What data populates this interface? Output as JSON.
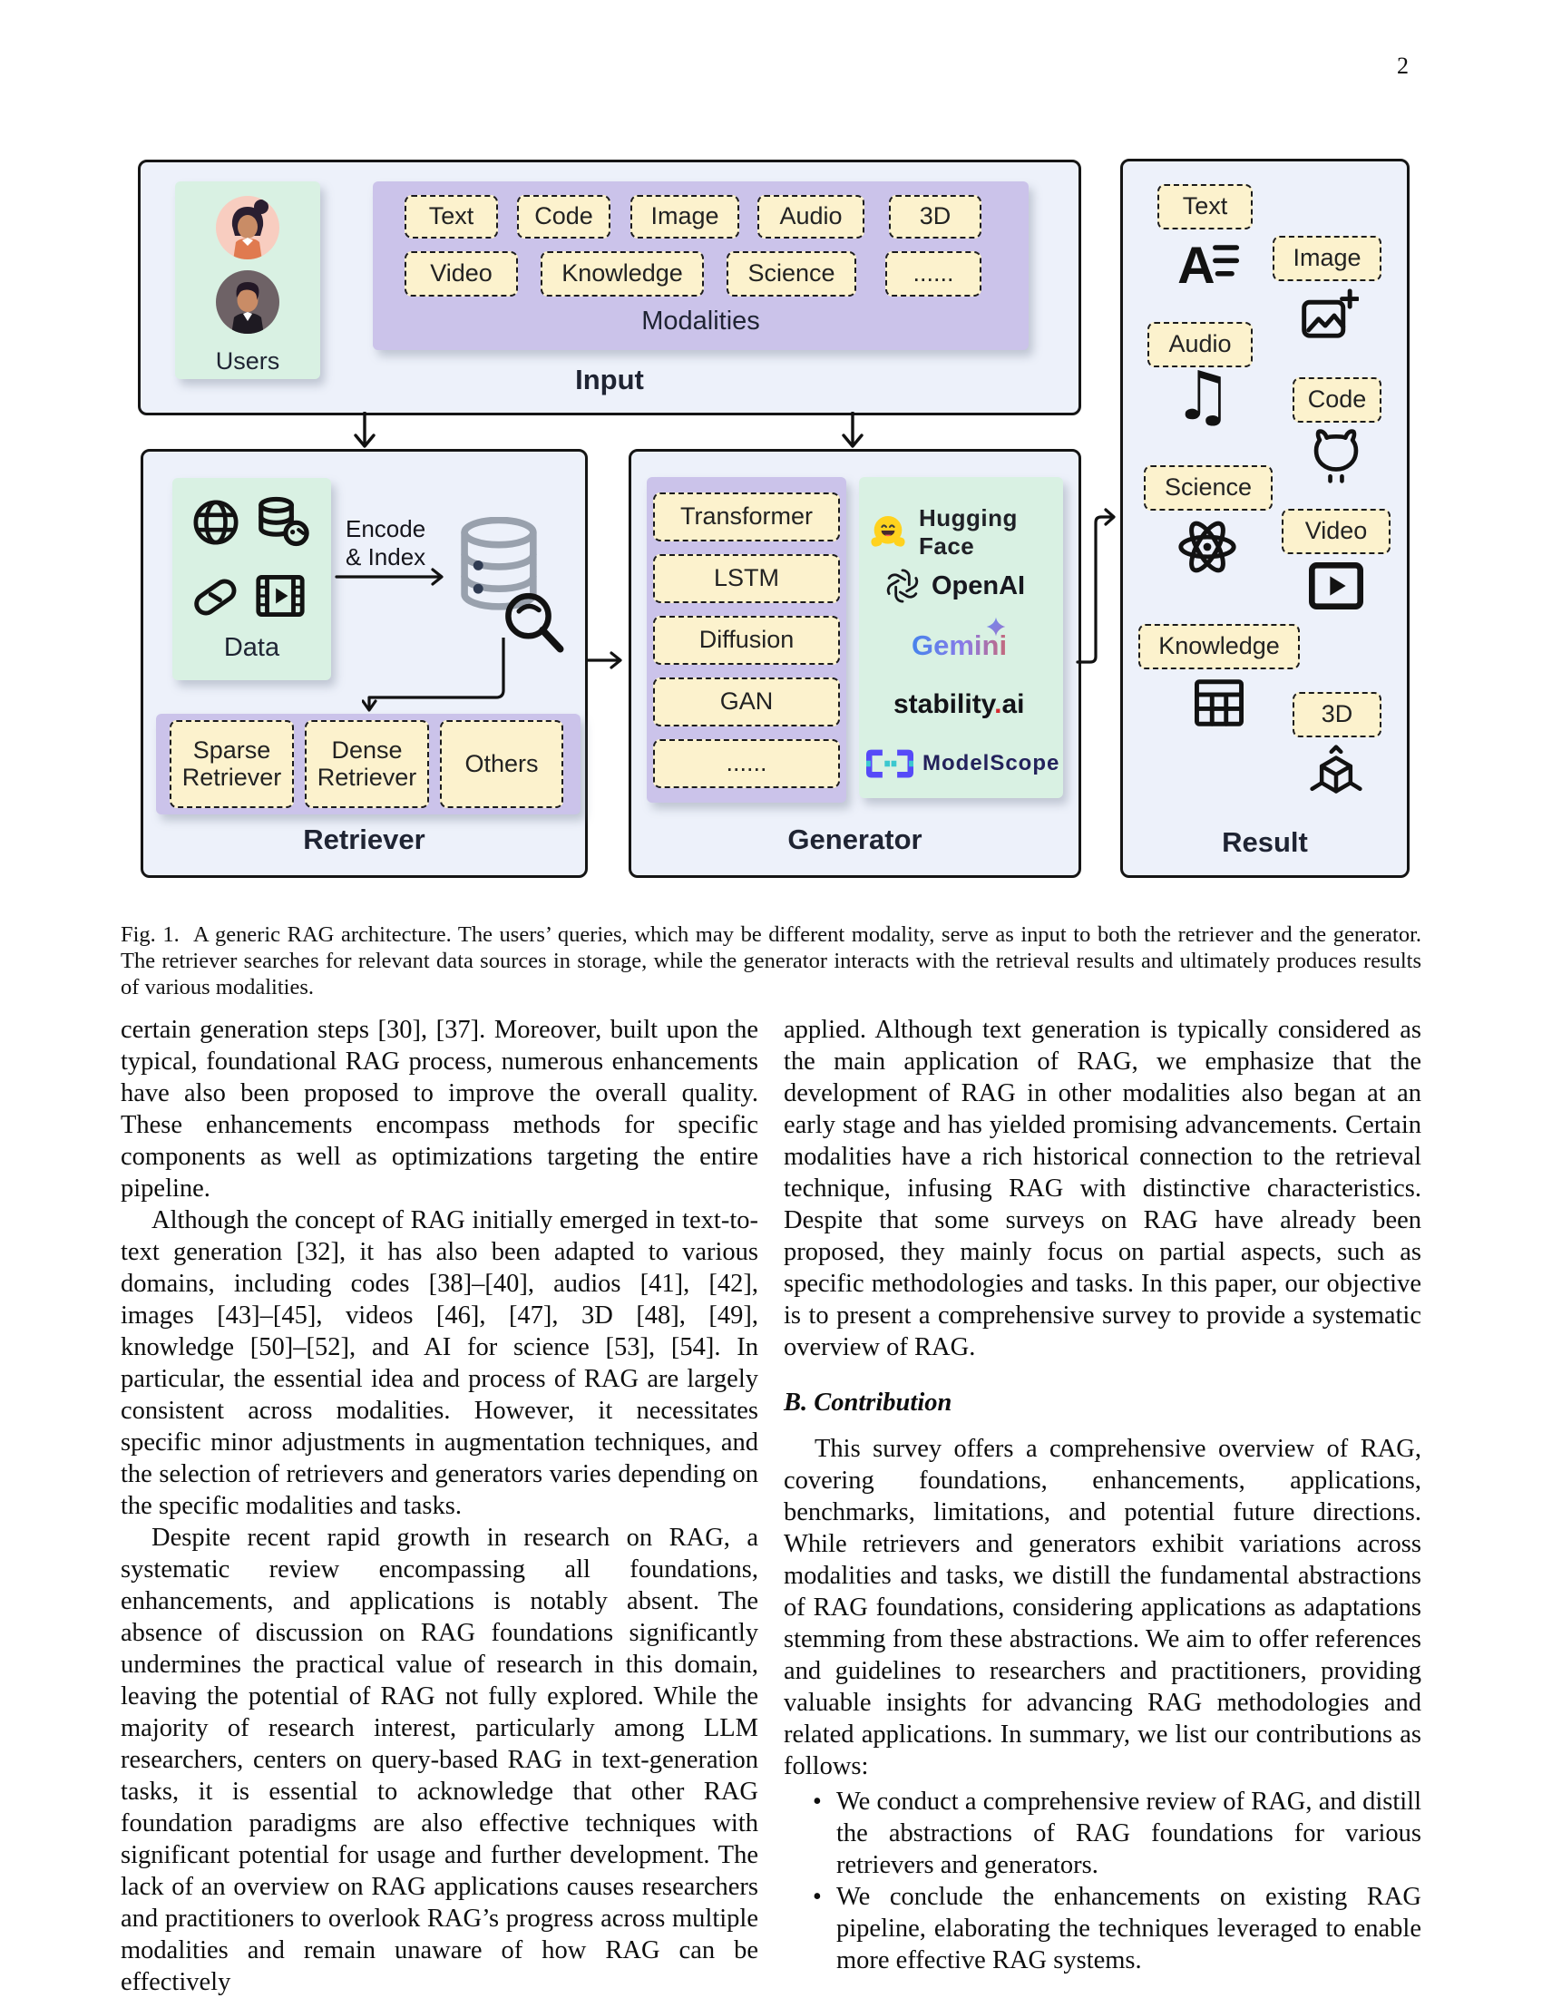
{
  "page": {
    "number": "2"
  },
  "colors": {
    "box_bg": "#EDF1FA",
    "panel_green": "#D9F1E3",
    "panel_purple": "#CBC3EA",
    "chip_yellow": "#FCF2CD",
    "border": "#151515",
    "title_text": "#1F2433",
    "huggingface_yellow": "#FFD21E",
    "stability_red": "#D7282F",
    "modelscope_indigo": "#564AF8",
    "modelscope_cyan": "#3BC8CF",
    "gemini_gradient": [
      "#4683EC",
      "#8A7BE8",
      "#C4697B"
    ]
  },
  "figure": {
    "input": {
      "title": "Input",
      "users_label": "Users",
      "modalities_label": "Modalities",
      "modalities_row1": [
        "Text",
        "Code",
        "Image",
        "Audio",
        "3D"
      ],
      "modalities_row2": [
        "Video",
        "Knowledge",
        "Science",
        "......"
      ]
    },
    "retriever": {
      "title": "Retriever",
      "data_label": "Data",
      "data_icons": [
        "globe-icon",
        "database-face-icon",
        "pill-icon",
        "film-icon"
      ],
      "encode_line1": "Encode",
      "encode_line2": "& Index",
      "storage_icon": "database-search-icon",
      "chips": [
        "Sparse Retriever",
        "Dense Retriever",
        "Others"
      ]
    },
    "generator": {
      "title": "Generator",
      "models": [
        "Transformer",
        "LSTM",
        "Diffusion",
        "GAN",
        "......"
      ],
      "providers": {
        "huggingface": "Hugging Face",
        "openai": "OpenAI",
        "gemini": "Gemini",
        "stability_a": "stability",
        "stability_dot": ".",
        "stability_b": "ai",
        "modelscope": "ModelScope"
      }
    },
    "result": {
      "title": "Result",
      "items": [
        {
          "label": "Text",
          "icon": "text-lines-icon"
        },
        {
          "label": "Image",
          "icon": "image-plus-icon"
        },
        {
          "label": "Audio",
          "icon": "music-note-icon"
        },
        {
          "label": "Code",
          "icon": "github-icon"
        },
        {
          "label": "Science",
          "icon": "atom-icon"
        },
        {
          "label": "Video",
          "icon": "video-play-icon"
        },
        {
          "label": "Knowledge",
          "icon": "table-icon"
        },
        {
          "label": "3D",
          "icon": "cube-3d-icon"
        }
      ],
      "music_glyph": "♫"
    },
    "caption_label": "Fig. 1.",
    "caption_text": "A generic RAG architecture. The users’ queries, which may be different modality, serve as input to both the retriever and the generator. The retriever searches for relevant data sources in storage, while the generator interacts with the retrieval results and ultimately produces results of various modalities."
  },
  "body": {
    "left": {
      "p1": "certain generation steps [30], [37]. Moreover, built upon the typical, foundational RAG process, numerous enhancements have also been proposed to improve the overall quality. These enhancements encompass methods for specific components as well as optimizations targeting the entire pipeline.",
      "p2": "Although the concept of RAG initially emerged in text-to-text generation [32], it has also been adapted to various domains, including codes [38]–[40], audios [41], [42], images [43]–[45], videos [46], [47], 3D [48], [49], knowledge [50]–[52], and AI for science [53], [54]. In particular, the essential idea and process of RAG are largely consistent across modalities. However, it necessitates specific minor adjustments in augmentation techniques, and the selection of retrievers and generators varies depending on the specific modalities and tasks.",
      "p3": "Despite recent rapid growth in research on RAG, a systematic review encompassing all foundations, enhancements, and applications is notably absent. The absence of discussion on RAG foundations significantly undermines the practical value of research in this domain, leaving the potential of RAG not fully explored. While the majority of research interest, particularly among LLM researchers, centers on query-based RAG in text-generation tasks, it is essential to acknowledge that other RAG foundation paradigms are also effective techniques with significant potential for usage and further development. The lack of an overview on RAG applications causes researchers and practitioners to overlook RAG’s progress across multiple modalities and remain unaware of how RAG can be effectively"
    },
    "right": {
      "p1": "applied. Although text generation is typically considered as the main application of RAG, we emphasize that the development of RAG in other modalities also began at an early stage and has yielded promising advancements. Certain modalities have a rich historical connection to the retrieval technique, infusing RAG with distinctive characteristics. Despite that some surveys on RAG have already been proposed, they mainly focus on partial aspects, such as specific methodologies and tasks. In this paper, our objective is to present a comprehensive survey to provide a systematic overview of RAG.",
      "heading": "B. Contribution",
      "p2": "This survey offers a comprehensive overview of RAG, covering foundations, enhancements, applications, benchmarks, limitations, and potential future directions. While retrievers and generators exhibit variations across modalities and tasks, we distill the fundamental abstractions of RAG foundations, considering applications as adaptations stemming from these abstractions. We aim to offer references and guidelines to researchers and practitioners, providing valuable insights for advancing RAG methodologies and related applications. In summary, we list our contributions as follows:",
      "bullets": [
        "We conduct a comprehensive review of RAG, and distill the abstractions of RAG foundations for various retrievers and generators.",
        "We conclude the enhancements on existing RAG pipeline, elaborating the techniques leveraged to enable more effective RAG systems."
      ]
    }
  }
}
